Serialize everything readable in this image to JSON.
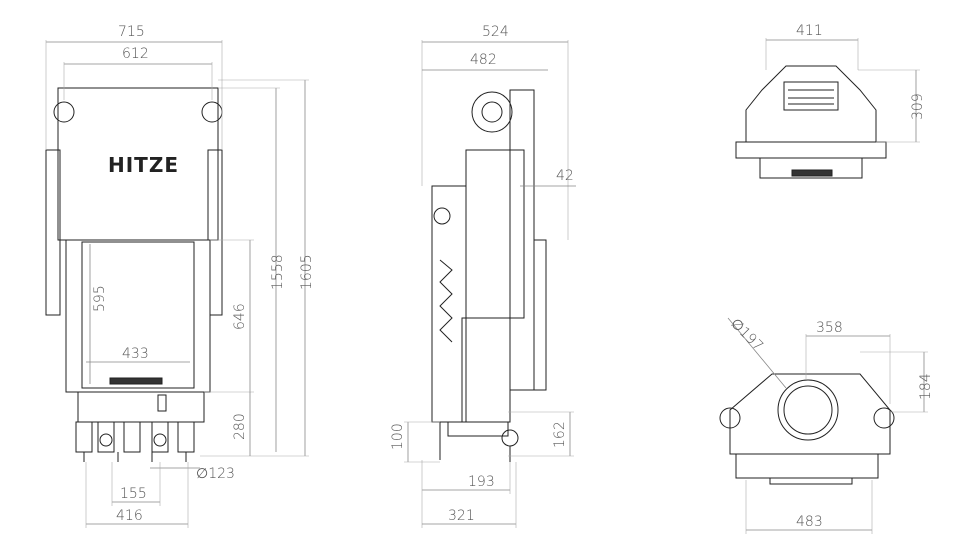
{
  "brand": "HITZE",
  "front_view": {
    "dims": {
      "overall_width": "715",
      "inner_width": "612",
      "height_1": "1558",
      "height_2": "1605",
      "glass_height": "595",
      "glass_width": "433",
      "door_height": "646",
      "base_height": "280",
      "pipe_dia": "∅123",
      "leg_span_1": "155",
      "leg_span_2": "416"
    }
  },
  "side_view": {
    "dims": {
      "overall_depth": "524",
      "depth_2": "482",
      "offset": "42",
      "height_small": "100",
      "height_162": "162",
      "depth_193": "193",
      "depth_321": "321"
    }
  },
  "top_view": {
    "dims": {
      "width": "411",
      "depth": "309"
    }
  },
  "bottom_view": {
    "dims": {
      "dia": "∅197",
      "width_358": "358",
      "height_184": "184",
      "width_483": "483"
    }
  }
}
